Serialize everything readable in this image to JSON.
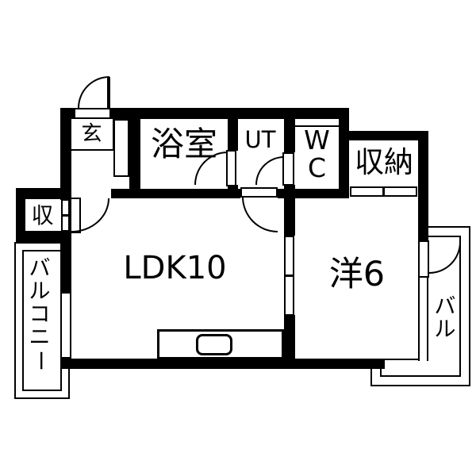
{
  "plan": {
    "type": "floorplan",
    "rooms": {
      "genkan": {
        "label": "玄"
      },
      "bathroom": {
        "label": "浴室"
      },
      "utility": {
        "label": "UT"
      },
      "toilet": {
        "label": "WC"
      },
      "closet_upper": {
        "label": "収納"
      },
      "closet_side": {
        "label": "収"
      },
      "ldk": {
        "label": "LDK10"
      },
      "western_room": {
        "label": "洋6"
      },
      "balcony_left": {
        "label": "バルコニー"
      },
      "balcony_right": {
        "label": "バル"
      }
    },
    "colors": {
      "wall": "#000000",
      "floor": "#ffffff",
      "line": "#000000"
    }
  }
}
